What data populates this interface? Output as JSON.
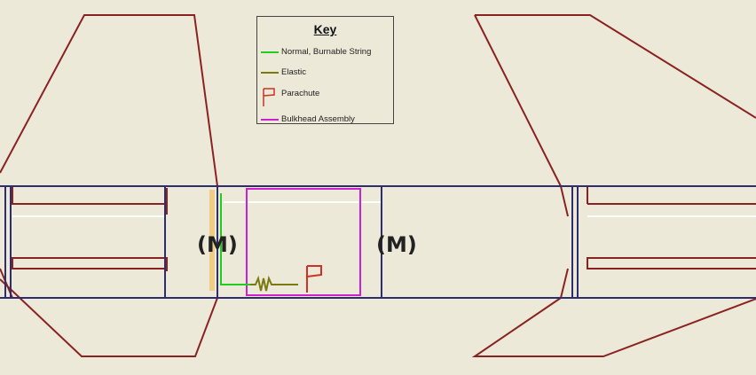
{
  "diagram": {
    "motor_labels": [
      "(M)",
      "(M)"
    ]
  },
  "key": {
    "title": "Key",
    "items": [
      {
        "label": "Normal, Burnable String",
        "symbol": "line",
        "color": "#22cc22"
      },
      {
        "label": "Elastic",
        "symbol": "line",
        "color": "#7a7a10"
      },
      {
        "label": "Parachute",
        "symbol": "flag",
        "color": "#cc3322"
      },
      {
        "label": "Bulkhead Assembly",
        "symbol": "line",
        "color": "#cc22cc"
      }
    ]
  },
  "colors": {
    "background": "#ece9d8",
    "body_tube": "#2e2e6e",
    "fin": "#8b2222",
    "inner_tube": "#8b2222",
    "bulkhead": "#cc22cc",
    "string": "#22cc22",
    "elastic": "#7a7a10",
    "parachute": "#cc3322",
    "wadding": "#f0c878"
  }
}
